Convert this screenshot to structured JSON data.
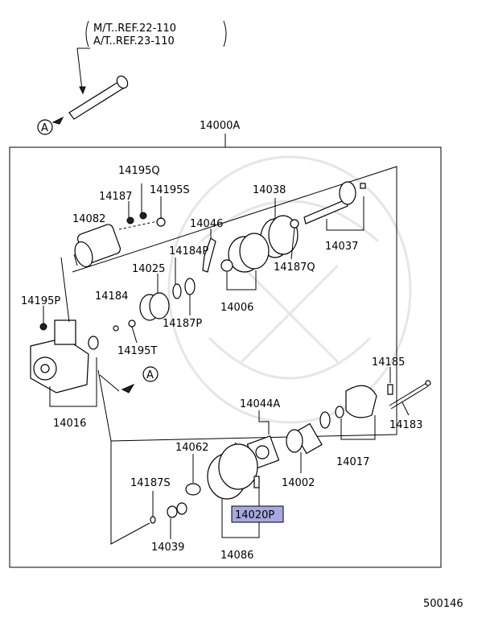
{
  "header": {
    "ref_lines": [
      "M/T..REF.22-110",
      "A/T..REF.23-110"
    ]
  },
  "callout": "A",
  "assembly": "14000A",
  "labels": {
    "p14195Q": "14195Q",
    "p14187": "14187",
    "p14195S": "14195S",
    "p14082": "14082",
    "p14046": "14046",
    "p14038": "14038",
    "p14037": "14037",
    "p14184P": "14184P",
    "p14025": "14025",
    "p14187Q": "14187Q",
    "p14006": "14006",
    "p14195P": "14195P",
    "p14184": "14184",
    "p14187P": "14187P",
    "p14195T": "14195T",
    "p14016": "14016",
    "p14185": "14185",
    "p14183": "14183",
    "p14044A": "14044A",
    "p14017": "14017",
    "p14062": "14062",
    "p14002": "14002",
    "p14187S": "14187S",
    "p14020P": "14020P",
    "p14039": "14039",
    "p14086": "14086"
  },
  "highlight": {
    "part": "14020P",
    "color": "#a8a8e0"
  },
  "footer": {
    "diagram_id": "500146"
  }
}
